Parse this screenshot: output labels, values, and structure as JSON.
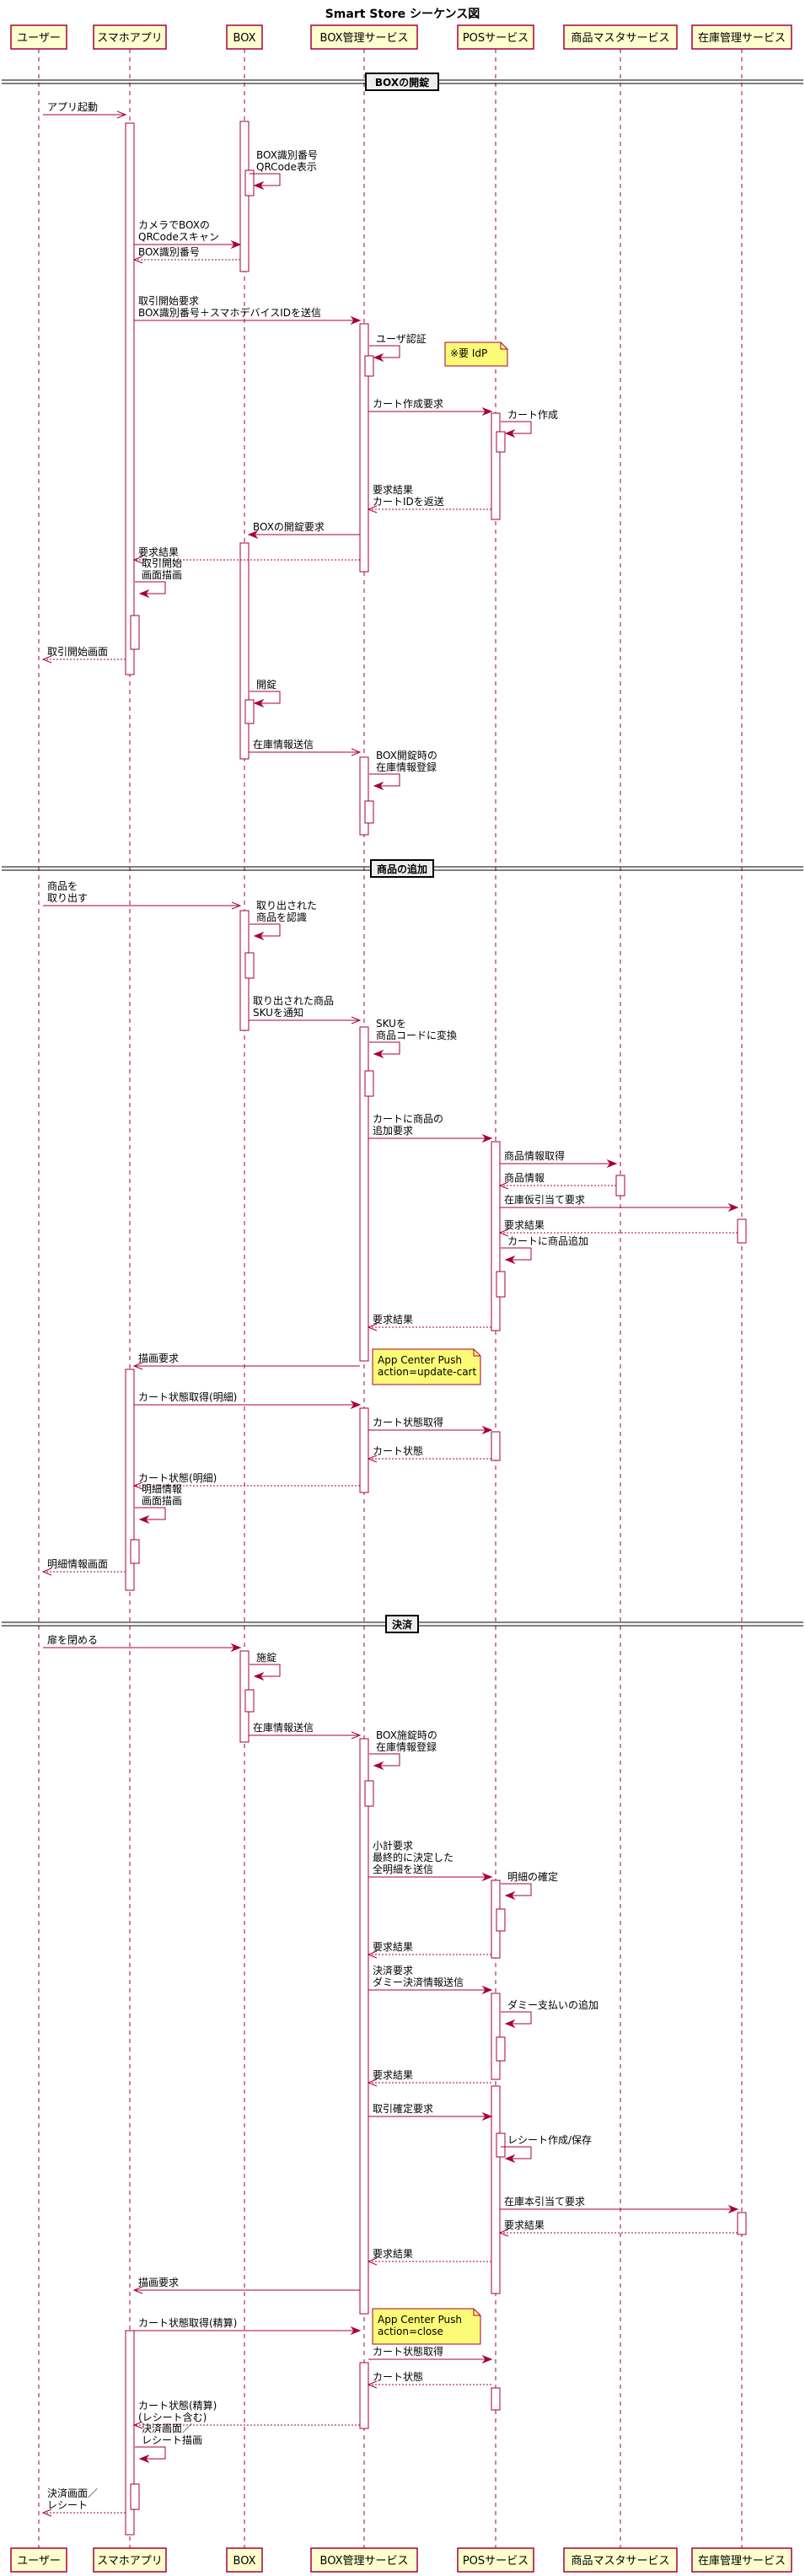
{
  "title": "Smart Store シーケンス図",
  "participants": [
    {
      "id": "user",
      "label": "ユーザー"
    },
    {
      "id": "app",
      "label": "スマホアプリ"
    },
    {
      "id": "box",
      "label": "BOX"
    },
    {
      "id": "boxmgr",
      "label": "BOX管理サービス"
    },
    {
      "id": "pos",
      "label": "POSサービス"
    },
    {
      "id": "master",
      "label": "商品マスタサービス"
    },
    {
      "id": "stock",
      "label": "在庫管理サービス"
    }
  ],
  "dividers": [
    {
      "label": "BOXの開錠"
    },
    {
      "label": "商品の追加"
    },
    {
      "label": "決済"
    }
  ],
  "messages": [
    {
      "from": "user",
      "to": "app",
      "kind": "async",
      "lines": [
        "アプリ起動"
      ]
    },
    {
      "from": "box",
      "to": "box",
      "kind": "sync",
      "lines": [
        "BOX識別番号",
        "QRCode表示"
      ]
    },
    {
      "from": "app",
      "to": "box",
      "kind": "sync",
      "lines": [
        "カメラでBOXの",
        "QRCodeスキャン"
      ]
    },
    {
      "from": "box",
      "to": "app",
      "kind": "return",
      "lines": [
        "BOX識別番号"
      ]
    },
    {
      "from": "app",
      "to": "boxmgr",
      "kind": "sync",
      "lines": [
        "取引開始要求",
        "  BOX識別番号＋スマホデバイスIDを送信"
      ]
    },
    {
      "from": "boxmgr",
      "to": "boxmgr",
      "kind": "sync",
      "lines": [
        "ユーザ認証"
      ]
    },
    {
      "from": "boxmgr",
      "to": "pos",
      "kind": "sync",
      "lines": [
        "カート作成要求"
      ]
    },
    {
      "from": "pos",
      "to": "pos",
      "kind": "sync",
      "lines": [
        "カート作成"
      ]
    },
    {
      "from": "pos",
      "to": "boxmgr",
      "kind": "return",
      "lines": [
        "要求結果",
        "  カートIDを返送"
      ]
    },
    {
      "from": "boxmgr",
      "to": "box",
      "kind": "sync",
      "lines": [
        "BOXの開錠要求"
      ]
    },
    {
      "from": "boxmgr",
      "to": "app",
      "kind": "return",
      "lines": [
        "要求結果"
      ]
    },
    {
      "from": "app",
      "to": "app",
      "kind": "sync",
      "lines": [
        "取引開始",
        "画面描画"
      ]
    },
    {
      "from": "app",
      "to": "user",
      "kind": "return",
      "lines": [
        "取引開始画面"
      ]
    },
    {
      "from": "box",
      "to": "box",
      "kind": "sync",
      "lines": [
        "開錠"
      ]
    },
    {
      "from": "box",
      "to": "boxmgr",
      "kind": "async",
      "lines": [
        "在庫情報送信"
      ]
    },
    {
      "from": "boxmgr",
      "to": "boxmgr",
      "kind": "sync",
      "lines": [
        "BOX開錠時の",
        "在庫情報登録"
      ]
    },
    {
      "from": "user",
      "to": "box",
      "kind": "async",
      "lines": [
        "商品を",
        "取り出す"
      ]
    },
    {
      "from": "box",
      "to": "box",
      "kind": "sync",
      "lines": [
        "取り出された",
        "商品を認識"
      ]
    },
    {
      "from": "box",
      "to": "boxmgr",
      "kind": "async",
      "lines": [
        "取り出された商品",
        "SKUを通知"
      ]
    },
    {
      "from": "boxmgr",
      "to": "boxmgr",
      "kind": "sync",
      "lines": [
        "SKUを",
        "商品コードに変換"
      ]
    },
    {
      "from": "boxmgr",
      "to": "pos",
      "kind": "sync",
      "lines": [
        "カートに商品の",
        "追加要求"
      ]
    },
    {
      "from": "pos",
      "to": "master",
      "kind": "sync",
      "lines": [
        "商品情報取得"
      ]
    },
    {
      "from": "master",
      "to": "pos",
      "kind": "return",
      "lines": [
        "商品情報"
      ]
    },
    {
      "from": "pos",
      "to": "stock",
      "kind": "sync",
      "lines": [
        "在庫仮引当て要求"
      ]
    },
    {
      "from": "stock",
      "to": "pos",
      "kind": "return",
      "lines": [
        "要求結果"
      ]
    },
    {
      "from": "pos",
      "to": "pos",
      "kind": "sync",
      "lines": [
        "カートに商品追加"
      ]
    },
    {
      "from": "pos",
      "to": "boxmgr",
      "kind": "return",
      "lines": [
        "要求結果"
      ]
    },
    {
      "from": "boxmgr",
      "to": "app",
      "kind": "async",
      "lines": [
        "描画要求"
      ]
    },
    {
      "from": "app",
      "to": "boxmgr",
      "kind": "sync",
      "lines": [
        "カート状態取得(明細)"
      ]
    },
    {
      "from": "boxmgr",
      "to": "pos",
      "kind": "sync",
      "lines": [
        "カート状態取得"
      ]
    },
    {
      "from": "pos",
      "to": "boxmgr",
      "kind": "return",
      "lines": [
        "カート状態"
      ]
    },
    {
      "from": "boxmgr",
      "to": "app",
      "kind": "return",
      "lines": [
        "カート状態(明細)"
      ]
    },
    {
      "from": "app",
      "to": "app",
      "kind": "sync",
      "lines": [
        "明細情報",
        "画面描画"
      ]
    },
    {
      "from": "app",
      "to": "user",
      "kind": "return",
      "lines": [
        "明細情報画面"
      ]
    },
    {
      "from": "user",
      "to": "box",
      "kind": "sync",
      "lines": [
        "扉を閉める"
      ]
    },
    {
      "from": "box",
      "to": "box",
      "kind": "sync",
      "lines": [
        "施錠"
      ]
    },
    {
      "from": "box",
      "to": "boxmgr",
      "kind": "async",
      "lines": [
        "在庫情報送信"
      ]
    },
    {
      "from": "boxmgr",
      "to": "boxmgr",
      "kind": "sync",
      "lines": [
        "BOX施錠時の",
        "在庫情報登録"
      ]
    },
    {
      "from": "boxmgr",
      "to": "pos",
      "kind": "sync",
      "lines": [
        "小計要求",
        "  最終的に決定した",
        "  全明細を送信"
      ]
    },
    {
      "from": "pos",
      "to": "pos",
      "kind": "sync",
      "lines": [
        "明細の確定"
      ]
    },
    {
      "from": "pos",
      "to": "boxmgr",
      "kind": "return",
      "lines": [
        "要求結果"
      ]
    },
    {
      "from": "boxmgr",
      "to": "pos",
      "kind": "sync",
      "lines": [
        "決済要求",
        "  ダミー決済情報送信"
      ]
    },
    {
      "from": "pos",
      "to": "pos",
      "kind": "sync",
      "lines": [
        "ダミー支払いの追加"
      ]
    },
    {
      "from": "pos",
      "to": "boxmgr",
      "kind": "return",
      "lines": [
        "要求結果"
      ]
    },
    {
      "from": "boxmgr",
      "to": "pos",
      "kind": "sync",
      "lines": [
        "取引確定要求"
      ]
    },
    {
      "from": "pos",
      "to": "pos",
      "kind": "sync",
      "lines": [
        "レシート作成/保存"
      ]
    },
    {
      "from": "pos",
      "to": "stock",
      "kind": "sync",
      "lines": [
        "在庫本引当て要求"
      ]
    },
    {
      "from": "stock",
      "to": "pos",
      "kind": "return",
      "lines": [
        "要求結果"
      ]
    },
    {
      "from": "pos",
      "to": "boxmgr",
      "kind": "return",
      "lines": [
        "要求結果"
      ]
    },
    {
      "from": "boxmgr",
      "to": "app",
      "kind": "async",
      "lines": [
        "描画要求"
      ]
    },
    {
      "from": "app",
      "to": "boxmgr",
      "kind": "sync",
      "lines": [
        "カート状態取得(精算)"
      ]
    },
    {
      "from": "boxmgr",
      "to": "pos",
      "kind": "sync",
      "lines": [
        "カート状態取得"
      ]
    },
    {
      "from": "pos",
      "to": "boxmgr",
      "kind": "return",
      "lines": [
        "カート状態"
      ]
    },
    {
      "from": "boxmgr",
      "to": "app",
      "kind": "return",
      "lines": [
        "カート状態(精算)",
        "  (レシート含む)"
      ]
    },
    {
      "from": "app",
      "to": "app",
      "kind": "sync",
      "lines": [
        "決済画面／",
        "レシート描画"
      ]
    },
    {
      "from": "app",
      "to": "user",
      "kind": "return",
      "lines": [
        "決済画面／",
        "レシート"
      ]
    }
  ],
  "notes": [
    {
      "lines": [
        "※要 IdP"
      ]
    },
    {
      "lines": [
        "App Center Push",
        "  action=update-cart"
      ]
    },
    {
      "lines": [
        "App Center Push",
        "  action=close"
      ]
    }
  ],
  "colors": {
    "participant_fill": "#FEFECE",
    "border": "#A80036",
    "note_fill": "#FBFB77",
    "note_border": "#A80036",
    "divider_fill": "#EEEEEE",
    "line": "#000000"
  }
}
